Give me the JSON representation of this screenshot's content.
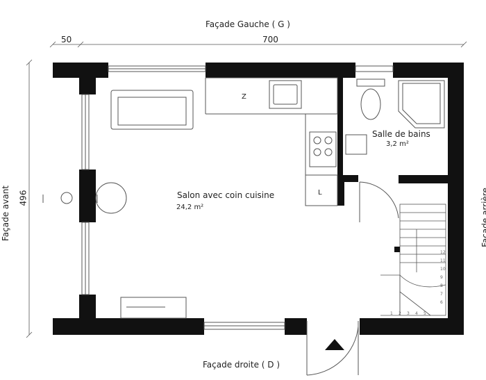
{
  "facades": {
    "left": "Façade Gauche ( G )",
    "right": "Façade droite ( D )",
    "front": "Façade avant",
    "back": "Façade arrière"
  },
  "dimensions": {
    "offset": "50",
    "width": "700",
    "height": "496"
  },
  "rooms": {
    "living": {
      "name": "Salon avec coin cuisine",
      "area": "24,2 m²"
    },
    "bath": {
      "name": "Salle de bains",
      "area": "3,2 m²"
    }
  },
  "kitchen": {
    "fridge_mark": "Z",
    "corner_mark": "L"
  },
  "stairs": {
    "steps": [
      "1",
      "2",
      "3",
      "4",
      "5",
      "6",
      "7",
      "8",
      "9",
      "10",
      "11",
      "12"
    ]
  },
  "colors": {
    "wall": "#111111",
    "line": "#444444",
    "background": "#ffffff"
  }
}
